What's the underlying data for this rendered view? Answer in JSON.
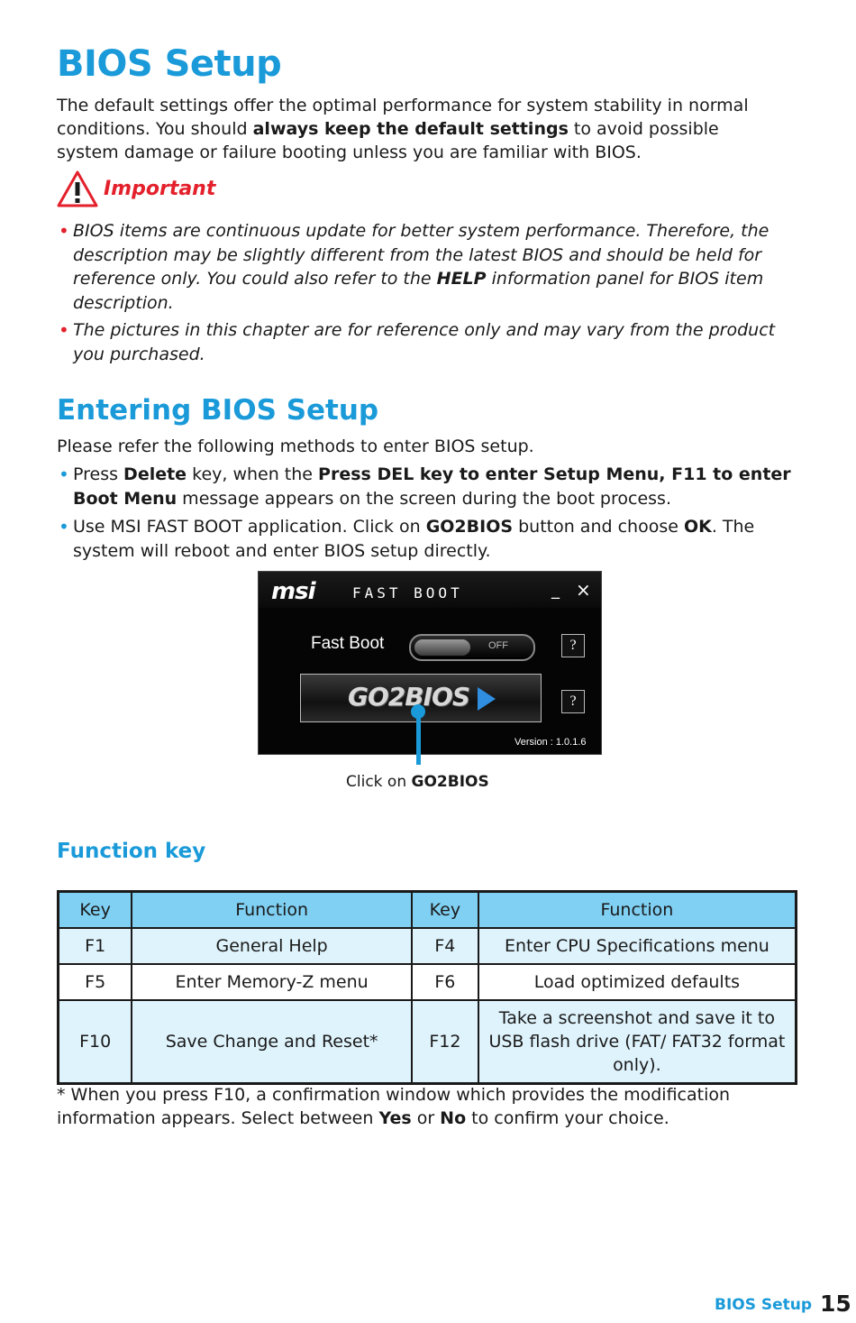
{
  "title": "BIOS Setup",
  "intro": {
    "pre": "The default settings offer the optimal performance for system stability in normal conditions. You should ",
    "bold": "always keep the default settings",
    "post": " to avoid possible system damage or failure booting unless you are familiar with BIOS."
  },
  "important": {
    "label": "Important",
    "items": [
      {
        "pre": "BIOS items are continuous update for better system performance. Therefore, the description may be slightly different from the latest BIOS and should be held for reference only. You could also refer to the ",
        "bold": "HELP",
        "post": " information panel for BIOS item description."
      },
      {
        "text": "The pictures in this chapter are for reference only and may vary from the product you purchased."
      }
    ]
  },
  "entering": {
    "heading": "Entering BIOS Setup",
    "intro": "Please refer the following methods to enter BIOS setup.",
    "items": [
      {
        "a": "Press ",
        "b": "Delete",
        "c": " key, when the ",
        "d": "Press DEL key to enter Setup Menu, F11 to enter Boot Menu",
        "e": " message appears on the screen during the boot process."
      },
      {
        "a": "Use MSI FAST BOOT application. Click on ",
        "b": "GO2BIOS",
        "c": " button and choose ",
        "d": "OK",
        "e": ". The system will reboot and enter BIOS setup directly."
      }
    ]
  },
  "fastboot": {
    "logo": "msi",
    "app_name": "FAST BOOT",
    "minimize": "_",
    "close": "×",
    "label": "Fast Boot",
    "toggle_state": "OFF",
    "help": "?",
    "go_button": "GO2BIOS",
    "version": "Version : 1.0.1.6"
  },
  "caption": {
    "pre": "Click on ",
    "bold": "GO2BIOS"
  },
  "function_key": {
    "heading": "Function key",
    "headers": [
      "Key",
      "Function",
      "Key",
      "Function"
    ],
    "rows": [
      [
        "F1",
        "General Help",
        "F4",
        "Enter CPU Specifications menu"
      ],
      [
        "F5",
        "Enter Memory-Z menu",
        "F6",
        "Load optimized defaults"
      ],
      [
        "F10",
        "Save Change and Reset*",
        "F12",
        "Take a screenshot and save it to USB flash drive (FAT/ FAT32 format only)."
      ]
    ]
  },
  "footnote": {
    "pre": "* When you press F10, a confirmation window which provides the modification information appears. Select between ",
    "yes": "Yes",
    "mid": " or ",
    "no": "No",
    "post": " to confirm your choice."
  },
  "footer": {
    "section": "BIOS Setup",
    "page": "15"
  },
  "colors": {
    "accent": "#1a9ad9",
    "important": "#e3202b",
    "table_header": "#7fd0f3",
    "table_row": "#dff3fc"
  }
}
